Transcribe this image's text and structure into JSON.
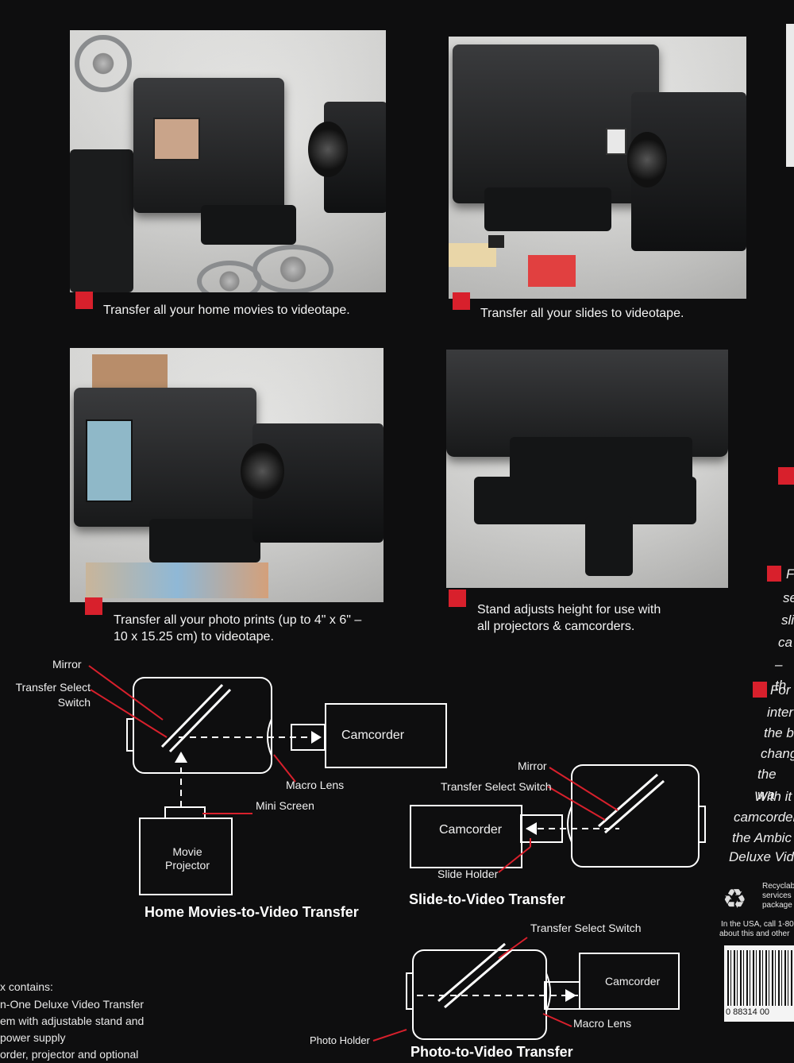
{
  "captions": {
    "movies": "Transfer all your home movies to videotape.",
    "slides": "Transfer all your slides to videotape.",
    "prints": "Transfer all your photo prints (up to 4\" x 6\" – 10 x 15.25 cm) to videotape.",
    "stand": "Stand adjusts height for use with all projectors & camcorders."
  },
  "home_diagram": {
    "mirror": "Mirror",
    "transfer_select_switch": "Transfer Select Switch",
    "camcorder": "Camcorder",
    "macro_lens": "Macro Lens",
    "mini_screen": "Mini Screen",
    "movie_projector": "Movie Projector",
    "title": "Home Movies-to-Video Transfer"
  },
  "slide_diagram": {
    "mirror": "Mirror",
    "transfer_select_switch": "Transfer Select Switch",
    "camcorder": "Camcorder",
    "slide_holder": "Slide Holder",
    "title": "Slide-to-Video Transfer"
  },
  "photo_diagram": {
    "transfer_select_switch": "Transfer Select Switch",
    "camcorder": "Camcorder",
    "macro_lens": "Macro Lens",
    "photo_holder": "Photo Holder",
    "title": "Photo-to-Video Transfer"
  },
  "contents": {
    "line1": "x contains:",
    "line2": "n-One Deluxe Video Transfer",
    "line3": "em with adjustable stand and",
    "line4": "power supply",
    "line5": "order, projector and optional"
  },
  "right_edge": {
    "f1": "F",
    "se": "se",
    "sli": "sli",
    "ca": "ca",
    "th": "– th",
    "for": "For",
    "inter": "inter",
    "the_b": "the b",
    "chang": "chang",
    "the_wa": "the wa",
    "with_it": "With it",
    "camcorder": "camcorder",
    "the_ambic": "the Ambic",
    "deluxe_vid": "Deluxe Vid",
    "recyclable": "Recyclab",
    "services": "services",
    "package": "package",
    "usa": "In the USA, call 1-80",
    "about": "about this and other",
    "upc": "0 88314 00"
  },
  "colors": {
    "accent": "#d8202c",
    "background": "#0e0e0f"
  }
}
